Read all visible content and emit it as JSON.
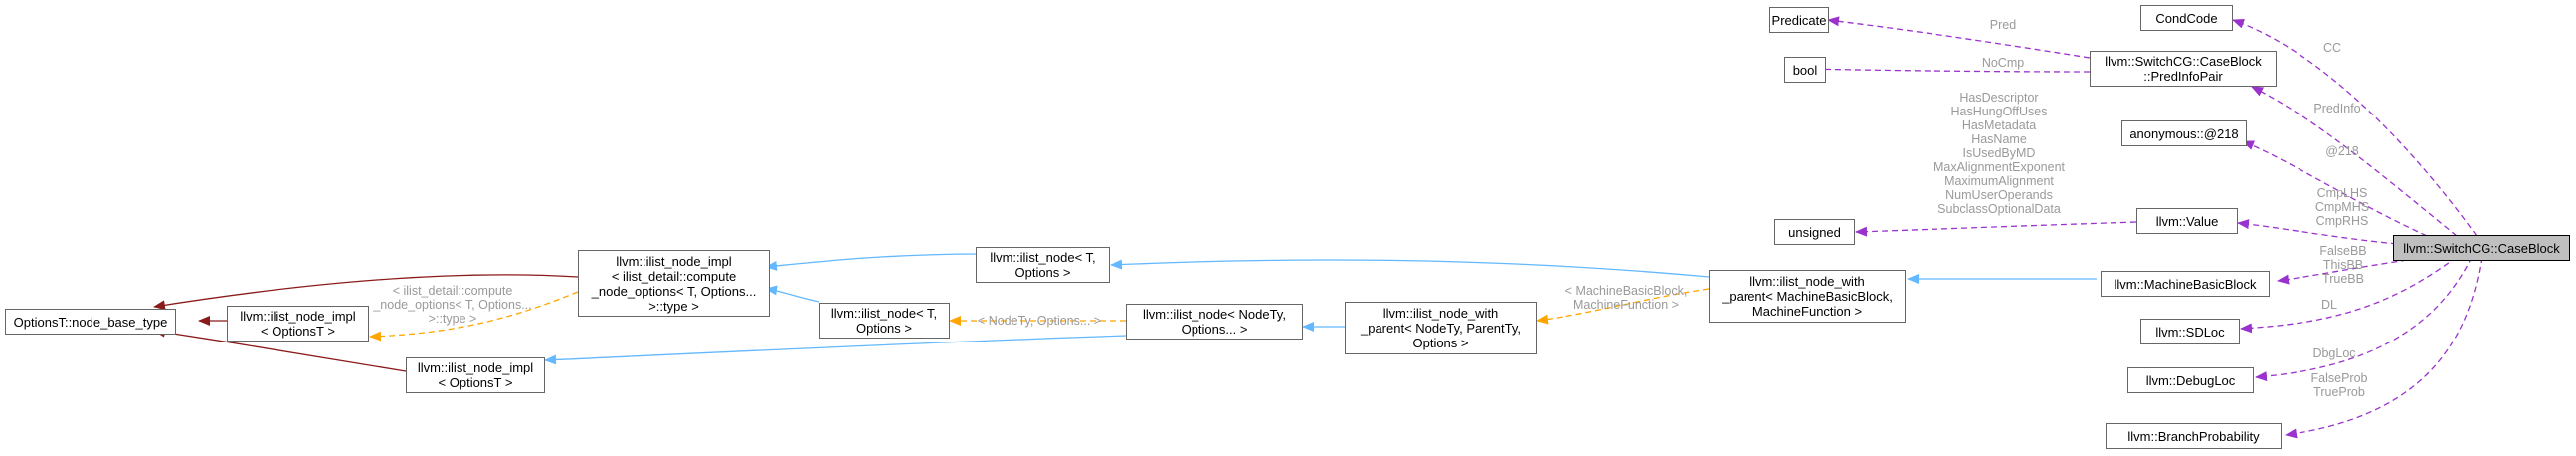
{
  "colors": {
    "inheritance": "#63b8ff",
    "template": "#ffa500",
    "usage": "#9a32cd",
    "protected": "#8b1a1a",
    "edge_label": "#9a9a9a"
  },
  "nodes": {
    "options_node_base": [
      "OptionsT::node_base_type"
    ],
    "ilist_node_impl_a": [
      "llvm::ilist_node_impl",
      "< OptionsT >"
    ],
    "ilist_node_impl_b": [
      "llvm::ilist_node_impl",
      "< ilist_detail::compute",
      "_node_options< T, Options...",
      ">::type >"
    ],
    "ilist_node_impl_c": [
      "llvm::ilist_node_impl",
      "< OptionsT >"
    ],
    "ilist_node_t": [
      "llvm::ilist_node< T,",
      "Options >"
    ],
    "ilist_node_t2": [
      "llvm::ilist_node< T,",
      "Options >"
    ],
    "ilist_node_nodety": [
      "llvm::ilist_node< NodeTy,",
      "Options... >"
    ],
    "ilist_node_with_parent_generic": [
      "llvm::ilist_node_with",
      "_parent< NodeTy, ParentTy,",
      "Options >"
    ],
    "ilist_node_with_parent_mbb": [
      "llvm::ilist_node_with",
      "_parent< MachineBasicBlock,",
      "MachineFunction >"
    ],
    "predicate": [
      "Predicate"
    ],
    "bool": [
      "bool"
    ],
    "pred_info_pair": [
      "llvm::SwitchCG::CaseBlock",
      "::PredInfoPair"
    ],
    "condcode": [
      "CondCode"
    ],
    "anonymous218": [
      "anonymous::@218"
    ],
    "unsigned": [
      "unsigned"
    ],
    "value": [
      "llvm::Value"
    ],
    "machine_basic_block": [
      "llvm::MachineBasicBlock"
    ],
    "sdloc": [
      "llvm::SDLoc"
    ],
    "debugloc": [
      "llvm::DebugLoc"
    ],
    "branch_probability": [
      "llvm::BranchProbability"
    ],
    "caseblock": [
      "llvm::SwitchCG::CaseBlock"
    ]
  },
  "edge_labels": {
    "compute_options": [
      "< ilist_detail::compute",
      "_node_options< T, Options...",
      ">::type >"
    ],
    "nodety_options": [
      "< NodeTy, Options... >"
    ],
    "mbb_mf": [
      "< MachineBasicBlock,",
      "MachineFunction >"
    ],
    "pred": [
      "Pred"
    ],
    "nocmp": [
      "NoCmp"
    ],
    "value_flags": [
      "HasDescriptor",
      "HasHungOffUses",
      "HasMetadata",
      "HasName",
      "IsUsedByMD",
      "MaxAlignmentExponent",
      "MaximumAlignment",
      "NumUserOperands",
      "SubclassOptionalData"
    ],
    "cc": [
      "CC"
    ],
    "predinfo": [
      "PredInfo"
    ],
    "at218": [
      "@218"
    ],
    "cmp": [
      "CmpLHS",
      "CmpMHS",
      "CmpRHS"
    ],
    "bbs": [
      "FalseBB",
      "ThisBB",
      "TrueBB"
    ],
    "dl": [
      "DL"
    ],
    "dbgloc": [
      "DbgLoc"
    ],
    "prob": [
      "FalseProb",
      "TrueProb"
    ]
  }
}
